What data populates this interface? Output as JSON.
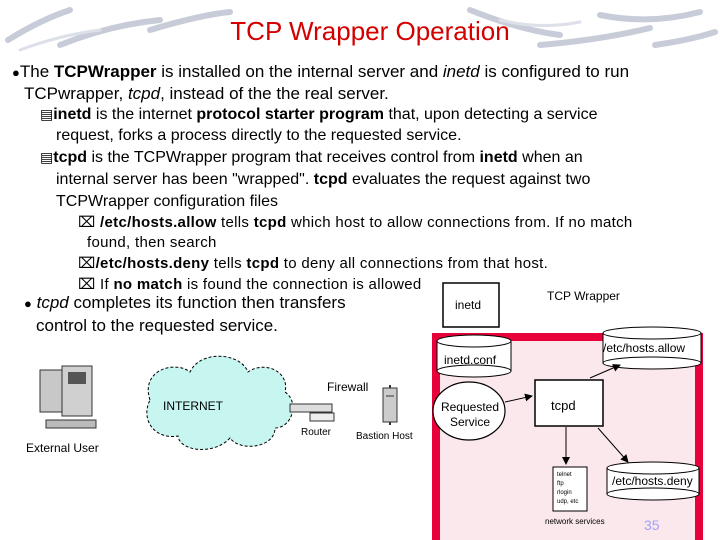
{
  "slide": {
    "title": "TCP Wrapper Operation",
    "bullet1": {
      "prefix": "The ",
      "bold": "TCPWrapper",
      "mid": " is installed on  the internal server and ",
      "italic": "inetd",
      "suffix": " is configured to run",
      "line2_a": "TCPwrapper, ",
      "line2_italic": "tcpd",
      "line2_b": ", instead of the the real server."
    },
    "sub1": {
      "bold": "inetd",
      "text1": " is the internet ",
      "bold2": "protocol starter program",
      "text2": " that, upon detecting a service",
      "line2": "request, forks a process directly to the requested service."
    },
    "sub2": {
      "bold": "tcpd",
      "text1": " is the TCPWrapper program that receives control from ",
      "bold2": "inetd",
      "text2": " when an",
      "line2_a": "internal server has been \"wrapped\". ",
      "line2_bold": "tcpd",
      "line2_b": " evaluates the request against two",
      "line3": "TCPWrapper configuration files"
    },
    "sub3": {
      "item1_bold": " /etc/hosts.allow",
      "item1_a": " tells ",
      "item1_bold2": "tcpd",
      "item1_b": " which host to allow connections from. If no match",
      "item1_line2": "found, then search",
      "item2_bold": "/etc/hosts.deny",
      "item2_a": " tells ",
      "item2_bold2": "tcpd",
      "item2_b": " to deny all connections  from that host.",
      "item3_a": " If ",
      "item3_bold": "no match",
      "item3_b": " is found the connection is allowed"
    },
    "bullet2": {
      "italic": "tcpd",
      "text": " completes its function then transfers",
      "line2": "control to the requested service."
    },
    "page_number": "35"
  },
  "diagram": {
    "tcp_wrapper": "TCP Wrapper",
    "inetd": "inetd",
    "etc_hosts_allow": "/etc/hosts.allow",
    "inetd_conf": "inetd.conf",
    "firewall": "Firewall",
    "internet": "INTERNET",
    "router": "Router",
    "bastion_host": "Bastion Host",
    "requested_service_1": "Requested",
    "requested_service_2": "Service",
    "tcpd": "tcpd",
    "external_user": "External User",
    "services_list": [
      "telnet",
      "ftp",
      "rlogin",
      "udp, etc"
    ],
    "etc_hosts_deny": "/etc/hosts.deny",
    "network_services": "network services"
  },
  "colors": {
    "title": "#d40000",
    "frame_red": "#e8003a",
    "frame_pink": "#fbe8ec",
    "cloud_fill": "#c7f5f0",
    "page_number": "#a0a0ff"
  },
  "icons": {
    "bullet": "filled-circle",
    "sub_bullet": "document-icon",
    "sub_sub_bullet": "boxed-x-icon"
  }
}
